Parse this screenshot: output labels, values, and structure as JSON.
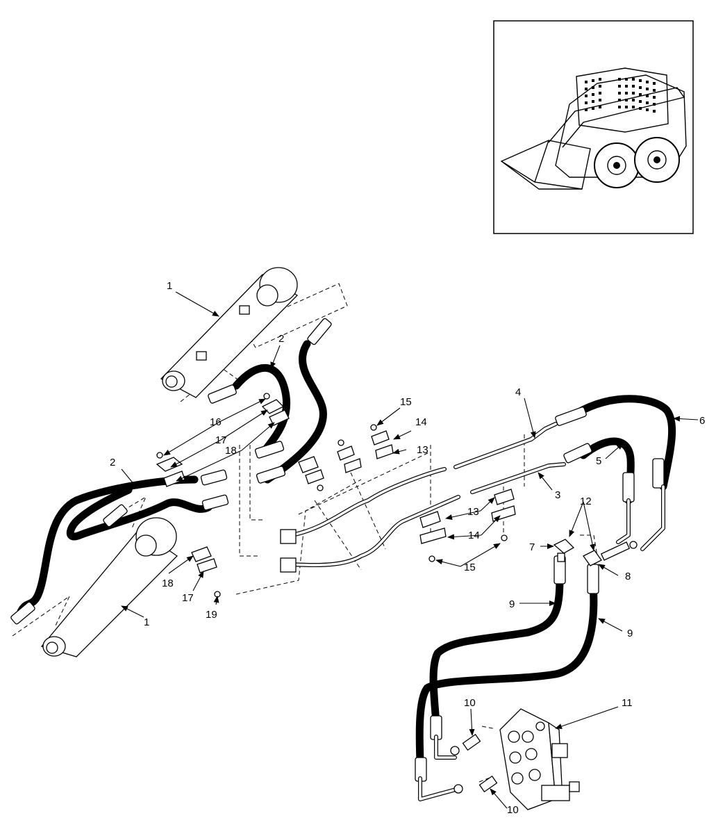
{
  "callouts": {
    "c1a": "1",
    "c1b": "1",
    "c2a": "2",
    "c2b": "2",
    "c3": "3",
    "c4": "4",
    "c5": "5",
    "c6": "6",
    "c7": "7",
    "c8": "8",
    "c9a": "9",
    "c9b": "9",
    "c10a": "10",
    "c10b": "10",
    "c11": "11",
    "c12": "12",
    "c13a": "13",
    "c13b": "13",
    "c14a": "14",
    "c14b": "14",
    "c15a": "15",
    "c15b": "15",
    "c16": "16",
    "c17a": "17",
    "c17b": "17",
    "c18a": "18",
    "c18b": "18",
    "c19": "19"
  }
}
